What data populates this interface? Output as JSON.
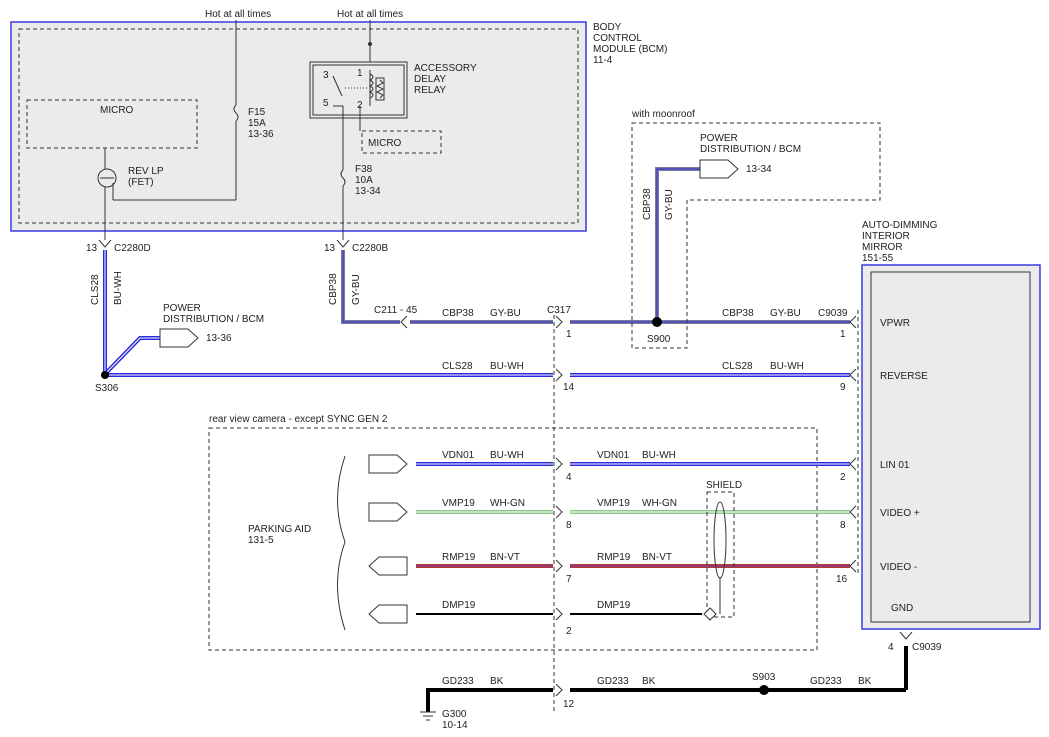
{
  "modules": {
    "bcm": {
      "line1": "BODY",
      "line2": "CONTROL",
      "line3": "MODULE (BCM)",
      "line4": "11-4"
    },
    "mirror": {
      "line1": "AUTO-DIMMING",
      "line2": "INTERIOR",
      "line3": "MIRROR",
      "line4": "151-55"
    },
    "parking_aid": {
      "line1": "PARKING AID",
      "line2": "131-5"
    }
  },
  "bcm_internals": {
    "hot1": "Hot at all times",
    "hot2": "Hot at all times",
    "micro1": "MICRO",
    "micro2": "MICRO",
    "rev_lp_1": "REV LP",
    "rev_lp_2": "(FET)",
    "relay_1": "ACCESSORY",
    "relay_2": "DELAY",
    "relay_3": "RELAY",
    "relay_pins": [
      "3",
      "1",
      "5",
      "2"
    ],
    "fuse_f15": {
      "name": "F15",
      "amps": "15A",
      "ref": "13-36"
    },
    "fuse_f38": {
      "name": "F38",
      "amps": "10A",
      "ref": "13-34"
    }
  },
  "connectors": {
    "c2280d_pin": "13",
    "c2280d": "C2280D",
    "c2280b_pin": "13",
    "c2280b": "C2280B",
    "c211": "C211 - 45",
    "c317": "C317",
    "c9039_top": "C9039",
    "s900": "S900",
    "s306": "S306",
    "s903": "S903",
    "g300": "G300",
    "g300_ref": "10-14",
    "c9039_bottom_pin": "4",
    "c9039_bottom": "C9039"
  },
  "notes": {
    "moonroof": "with moonroof",
    "camera": "rear view camera - except SYNC GEN 2",
    "shield": "SHIELD"
  },
  "power_dist_left": {
    "line1": "POWER",
    "line2": "DISTRIBUTION / BCM",
    "ref": "13-36"
  },
  "power_dist_right": {
    "line1": "POWER",
    "line2": "DISTRIBUTION / BCM",
    "ref": "13-34"
  },
  "wire_labels": {
    "cls28_v": "CLS28",
    "buwh_v": "BU-WH",
    "cbp38_v": "CBP38",
    "gybu_v": "GY-BU",
    "cbp38_moon": "CBP38",
    "gybu_moon": "GY-BU",
    "cbp38_a": "CBP38",
    "gybu_a": "GY-BU",
    "cbp38_b": "CBP38",
    "gybu_b": "GY-BU",
    "cls28_a": "CLS28",
    "buwh_a": "BU-WH",
    "cls28_b": "CLS28",
    "buwh_b": "BU-WH",
    "vdn01_a": "VDN01",
    "vdn_c_a": "BU-WH",
    "vdn01_b": "VDN01",
    "vdn_c_b": "BU-WH",
    "vmp19_a": "VMP19",
    "vmp_c_a": "WH-GN",
    "vmp19_b": "VMP19",
    "vmp_c_b": "WH-GN",
    "rmp19_a": "RMP19",
    "rmp_c_a": "BN-VT",
    "rmp19_b": "RMP19",
    "rmp_c_b": "BN-VT",
    "dmp19_a": "DMP19",
    "dmp19_b": "DMP19",
    "gd233_a": "GD233",
    "bk_a": "BK",
    "gd233_b": "GD233",
    "bk_b": "BK",
    "gd233_c": "GD233",
    "bk_c": "BK"
  },
  "c317_pins": [
    "1",
    "14",
    "4",
    "8",
    "7",
    "2",
    "12"
  ],
  "mirror_pins": {
    "vpwr": {
      "label": "VPWR",
      "pin": "1"
    },
    "reverse": {
      "label": "REVERSE",
      "pin": "9"
    },
    "lin01": {
      "label": "LIN 01",
      "pin": "2"
    },
    "video_plus": {
      "label": "VIDEO +",
      "pin": "8"
    },
    "video_minus": {
      "label": "VIDEO -",
      "pin": "16"
    },
    "gnd": {
      "label": "GND"
    }
  },
  "colors": {
    "bu_wh": "#2a2ad8",
    "gy_bu": "#7a7a98",
    "wh_gn": "#8fc48f",
    "bn_vt": "#b43a3a",
    "bk": "#000000",
    "module_border": "#3a3ae0",
    "module_fill": "#ebebeb"
  }
}
